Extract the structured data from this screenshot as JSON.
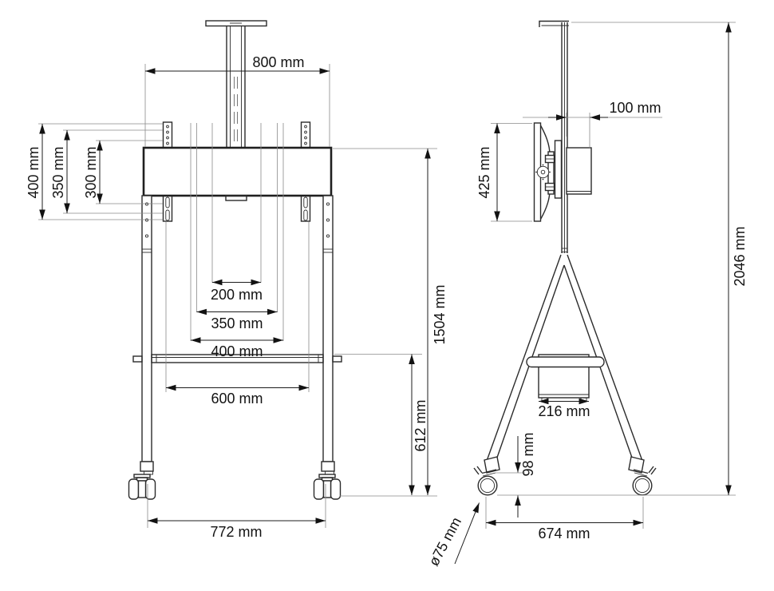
{
  "dims": {
    "front": {
      "bar_width": "800 mm",
      "vesa_height_max": "400 mm",
      "vesa_height_mid": "350 mm",
      "vesa_height_min": "300 mm",
      "vesa_width_min": "200 mm",
      "vesa_width_mid": "350 mm",
      "vesa_width_max": "400 mm",
      "shelf_width": "600 mm",
      "track_width": "772 mm",
      "bracket_height": "1504 mm",
      "shelf_height": "612 mm"
    },
    "side": {
      "column_offset": "100 mm",
      "display_height": "425 mm",
      "total_height": "2046 mm",
      "shelf_depth": "216 mm",
      "foot_height": "98 mm",
      "caster_diameter": "ø75 mm",
      "wheel_base": "674 mm"
    }
  }
}
